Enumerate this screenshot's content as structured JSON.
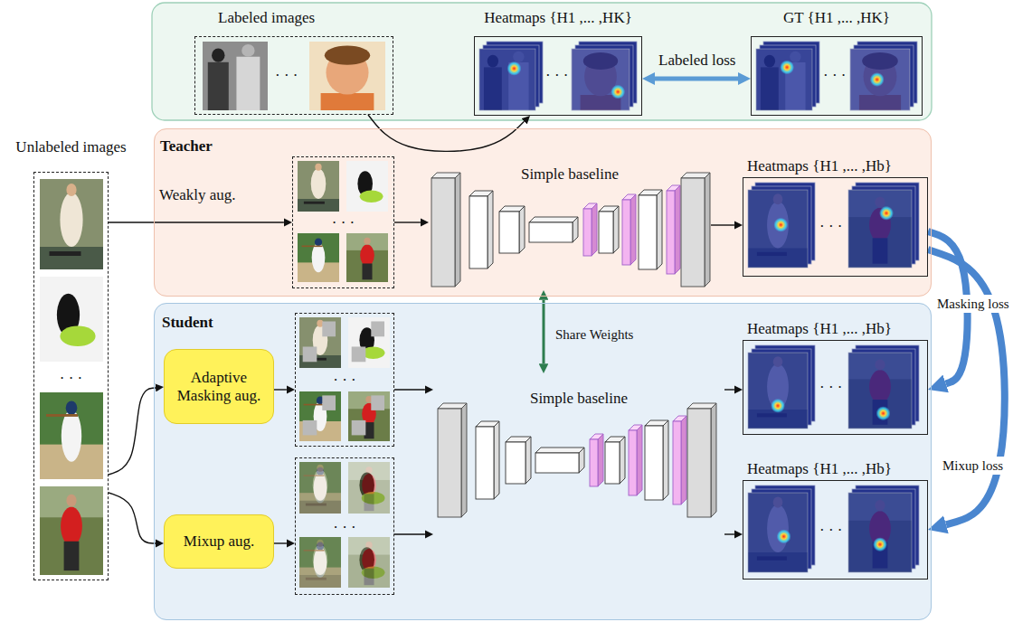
{
  "diagram": {
    "nodes": [
      {
        "text": [
          "Labeled images",
          "· · ·"
        ]
      },
      {
        "text": [
          "Heatmaps {H1 ,... ,HK}",
          "· · ·"
        ]
      },
      {
        "text": [
          "GT {H1 ,... ,HK}",
          "· · ·"
        ]
      },
      {
        "text": [
          "Teacher"
        ]
      },
      {
        "text": [
          "· · ·"
        ],
        "in": 3
      },
      {
        "text": [
          "Simple baseline"
        ],
        "in": 3
      },
      {
        "text": [
          "Heatmaps {H1 ,... ,Hb}",
          "· · ·"
        ],
        "in": 3
      },
      {
        "text": [
          "Unlabeled images",
          "· · ·"
        ]
      },
      {
        "text": [
          "Student"
        ]
      },
      {
        "text": [
          "Adaptive Masking aug."
        ],
        "in": 8
      },
      {
        "text": [
          "Mixup aug."
        ],
        "in": 8
      },
      {
        "text": [
          "· · ·"
        ],
        "in": 8
      },
      {
        "text": [
          "· · ·"
        ],
        "in": 8
      },
      {
        "text": [
          "Simple baseline"
        ],
        "in": 8
      },
      {
        "text": [
          "Heatmaps {H1 ,... ,Hb}",
          "· · ·"
        ],
        "in": 8
      },
      {
        "text": [
          "Heatmaps {H1 ,... ,Hb}",
          "· · ·"
        ],
        "in": 8
      }
    ],
    "edges": [
      {
        "from": 1,
        "to": 2,
        "label": "Labeled loss",
        "arrow": "both"
      },
      {
        "from": 0,
        "to": 1,
        "arrow": "to"
      },
      {
        "from": 7,
        "to": 4,
        "label": "Weakly aug.",
        "arrow": "to"
      },
      {
        "from": 4,
        "to": 5,
        "arrow": "to"
      },
      {
        "from": 5,
        "to": 6,
        "arrow": "to"
      },
      {
        "from": 5,
        "to": 13,
        "label": "Share Weights",
        "arrow": "both"
      },
      {
        "from": 7,
        "to": 9,
        "arrow": "to"
      },
      {
        "from": 7,
        "to": 10,
        "arrow": "to"
      },
      {
        "from": 9,
        "to": 11,
        "arrow": "to"
      },
      {
        "from": 10,
        "to": 12,
        "arrow": "to"
      },
      {
        "from": 11,
        "to": 13,
        "arrow": "to"
      },
      {
        "from": 12,
        "to": 13,
        "arrow": "to"
      },
      {
        "from": 13,
        "to": 14,
        "arrow": "to"
      },
      {
        "from": 13,
        "to": 15,
        "arrow": "to"
      },
      {
        "from": 6,
        "to": 14,
        "label": "Masking loss",
        "arrow": "to"
      },
      {
        "from": 6,
        "to": 15,
        "label": "Mixup loss",
        "arrow": "to"
      }
    ]
  }
}
